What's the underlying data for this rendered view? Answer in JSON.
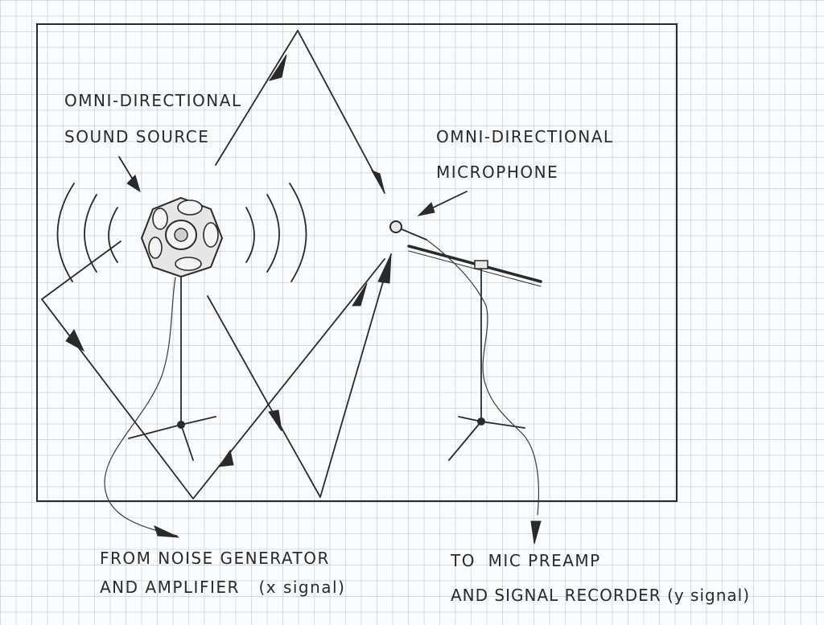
{
  "labels": {
    "source_line1": "OMNI-DIRECTIONAL",
    "source_line2": "SOUND SOURCE",
    "mic_line1": "OMNI-DIRECTIONAL",
    "mic_line2": "MICROPHONE",
    "input_line1": "FROM NOISE GENERATOR",
    "input_line2": "AND AMPLIFIER   (x signal)",
    "output_line1": "TO  MIC PREAMP",
    "output_line2": "AND SIGNAL RECORDER (y signal)"
  },
  "colors": {
    "ink": "#2a2a2a",
    "paper": "#fbfcfd",
    "grid": "#96b9d2"
  },
  "icons": {
    "sound_source": "dodecahedron-speaker-icon",
    "microphone": "microphone-on-boom-stand-icon"
  }
}
